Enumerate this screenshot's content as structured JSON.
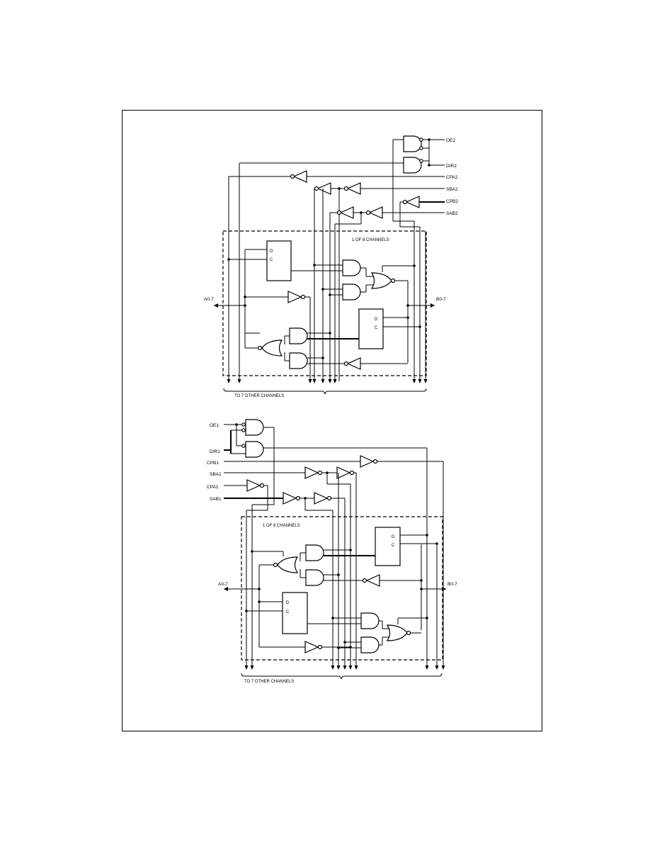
{
  "diagram": {
    "top": {
      "channel_label": "1 OF 8 CHANNELS",
      "bus_left": "A0-7",
      "bus_right": "B0-7",
      "to_other": "TO 7 OTHER CHANNELS",
      "register_top": [
        "D",
        "C"
      ],
      "register_bottom": [
        "D",
        "C"
      ],
      "controls": [
        "OE2",
        "DIR2",
        "CPA2",
        "SBA2",
        "CPB2",
        "SAB2"
      ]
    },
    "bottom": {
      "channel_label": "1 OF 8 CHANNELS",
      "bus_left": "A0-7",
      "bus_right": "B0-7",
      "to_other": "TO 7 OTHER CHANNELS",
      "register_top": [
        "D",
        "C"
      ],
      "register_bottom": [
        "D",
        "C"
      ],
      "controls": [
        "OE1",
        "DIR1",
        "CPB1",
        "SBA1",
        "CPA1",
        "SAB1"
      ]
    }
  }
}
